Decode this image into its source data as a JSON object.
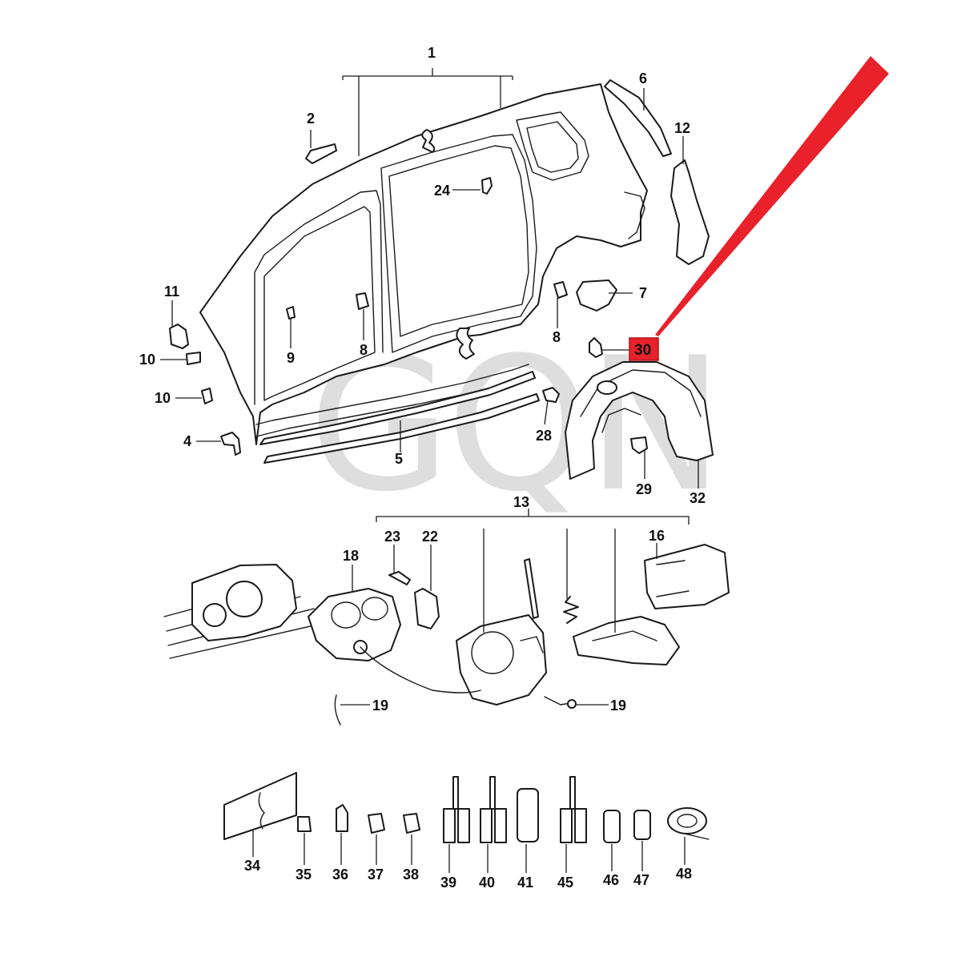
{
  "watermark": "GQN",
  "highlight": {
    "label": "30",
    "box_color": "#e8212b",
    "arrow_color": "#e8212b"
  },
  "labels": {
    "l1": "1",
    "l2": "2",
    "l4": "4",
    "l5": "5",
    "l6": "6",
    "l7": "7",
    "l8a": "8",
    "l8b": "8",
    "l9": "9",
    "l10a": "10",
    "l10b": "10",
    "l11": "11",
    "l12": "12",
    "l13": "13",
    "l16": "16",
    "l18": "18",
    "l19a": "19",
    "l19b": "19",
    "l22": "22",
    "l23": "23",
    "l24": "24",
    "l28": "28",
    "l29": "29",
    "l30": "30",
    "l32": "32",
    "l34": "34",
    "l35": "35",
    "l36": "36",
    "l37": "37",
    "l38": "38",
    "l39": "39",
    "l40": "40",
    "l41": "41",
    "l45": "45",
    "l46": "46",
    "l47": "47",
    "l48": "48"
  }
}
